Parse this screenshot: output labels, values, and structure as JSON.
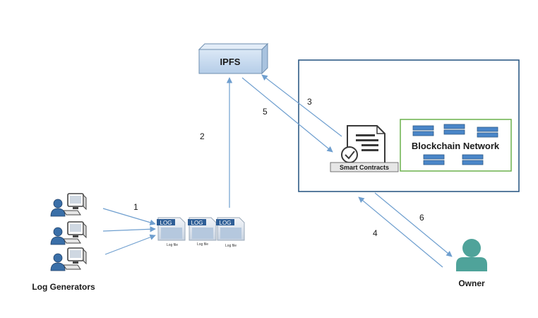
{
  "nodes": {
    "ipfs": "IPFS",
    "blockchain_network": "Blockchain Network",
    "smart_contracts": "Smart Contracts",
    "owner": "Owner",
    "log_generators": "Log Generators",
    "log_tag": "LOG",
    "log_file": "Log file"
  },
  "steps": {
    "s1": "1",
    "s2": "2",
    "s3": "3",
    "s4": "4",
    "s5": "5",
    "s6": "6"
  },
  "colors": {
    "arrow": "#6f9fcf",
    "box_border": "#2f5b86",
    "network_border": "#6ab04c",
    "node_block": "#4a86c8",
    "ipfs_fill": "#c9dcf0",
    "person": "#3a6fa8",
    "owner": "#4fa39a"
  }
}
